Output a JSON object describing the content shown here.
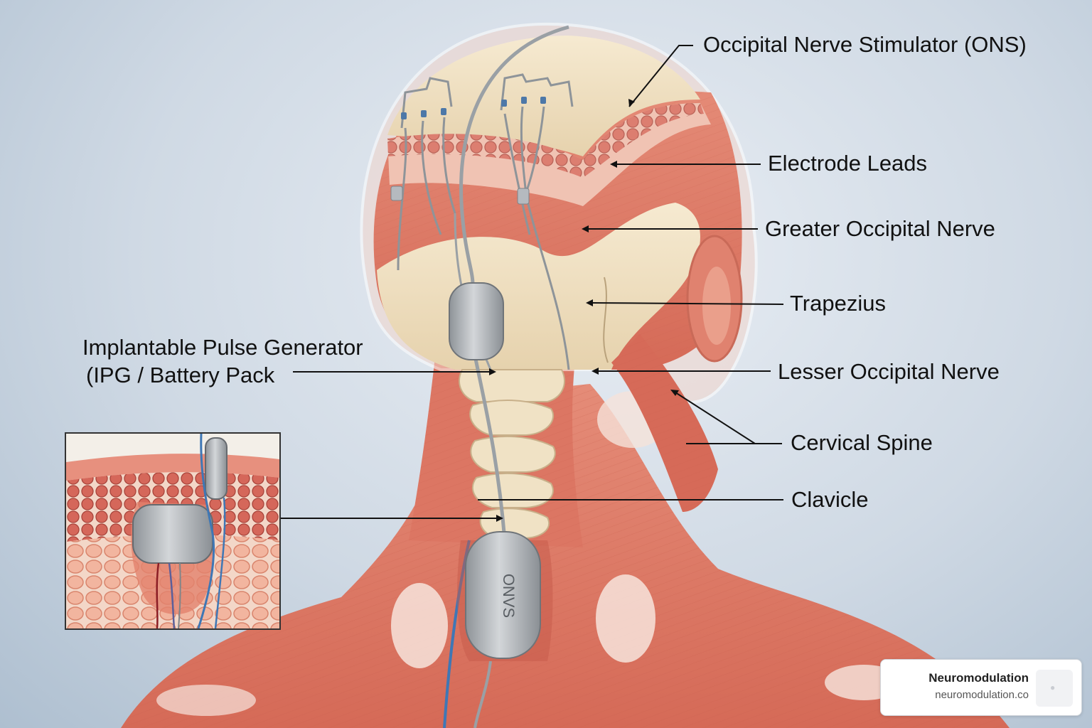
{
  "labels": {
    "ons": "Occipital Nerve Stimulator (ONS)",
    "electrode_leads": "Electrode Leads",
    "greater_occipital_nerve": "Greater Occipital Nerve",
    "trapezius": "Trapezius",
    "lesser_occipital_nerve": "Lesser Occipital Nerve",
    "cervical_spine": "Cervical Spine",
    "clavicle": "Clavicle",
    "ipg_line1": "Implantable Pulse Generator",
    "ipg_line2": "(IPG / Battery Pack"
  },
  "device_text": "ONVS",
  "brand": {
    "title": "Neuromodulation",
    "url": "neuromodulation.co",
    "logo_icon": "placeholder-logo-icon"
  },
  "colors": {
    "background": "#cfd9e4",
    "muscle": "#d9705e",
    "muscle_light": "#ea9a85",
    "bone": "#efe1c4",
    "device": "#a9aeb3",
    "lead_blue": "#3f77b5"
  }
}
